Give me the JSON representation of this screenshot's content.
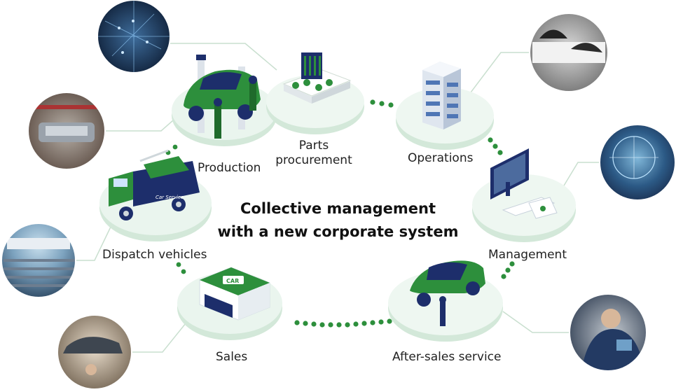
{
  "title": {
    "line1": "Collective management",
    "line2": "with a new corporate system"
  },
  "nodes": {
    "production": "Production",
    "parts": {
      "line1": "Parts",
      "line2": "procurement"
    },
    "operations": "Operations",
    "management": "Management",
    "after_sales": "After-sales service",
    "sales": "Sales",
    "dispatch": "Dispatch vehicles"
  },
  "signs": {
    "truck_door": "Car Service",
    "store_sign": "CAR"
  },
  "colors": {
    "accent_green": "#2d8f3c",
    "dark_green": "#1f6a2b",
    "platform": "#e9f4ec",
    "platform_edge": "#d3e8d9",
    "navy": "#1d2e6b",
    "dot": "#2d8f3c",
    "line": "#c9dfcf"
  }
}
